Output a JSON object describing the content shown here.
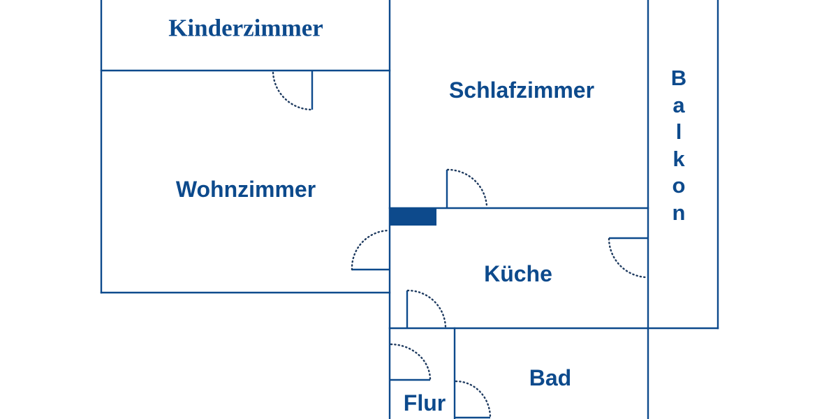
{
  "floorplan": {
    "colors": {
      "wall": "#0d4a8c",
      "text": "#0d4a8c",
      "background": "#ffffff"
    },
    "rooms": {
      "kinderzimmer": {
        "label": "Kinderzimmer"
      },
      "schlafzimmer": {
        "label": "Schlafzimmer"
      },
      "wohnzimmer": {
        "label": "Wohnzimmer"
      },
      "kueche": {
        "label": "Küche"
      },
      "bad": {
        "label": "Bad"
      },
      "flur": {
        "label": "Flur"
      },
      "balkon": {
        "label": "Balkon",
        "letters": [
          "B",
          "a",
          "l",
          "k",
          "o",
          "n"
        ]
      }
    }
  }
}
